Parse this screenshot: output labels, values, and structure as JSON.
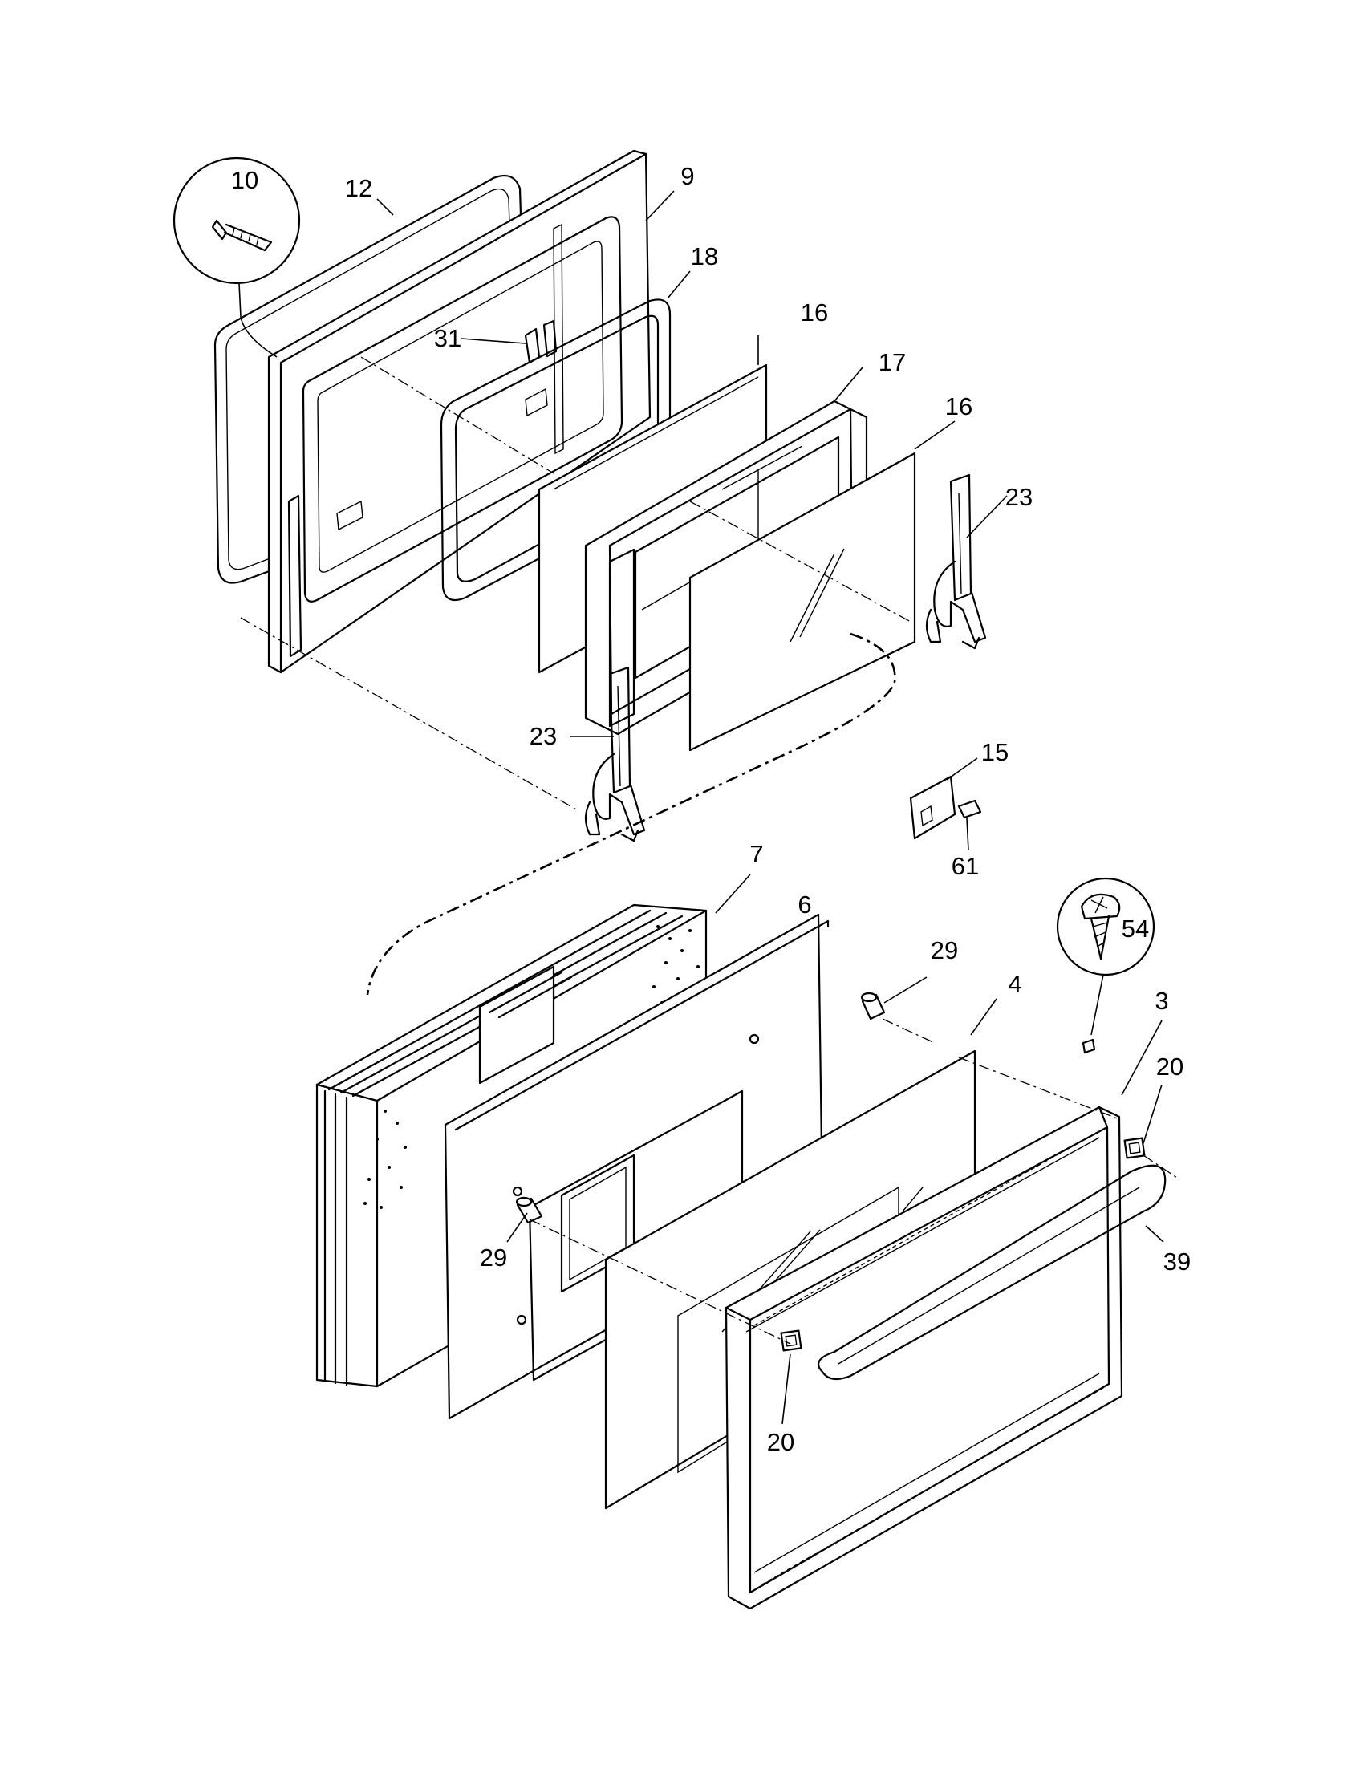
{
  "callouts": {
    "p10": "10",
    "p12": "12",
    "p9": "9",
    "p18": "18",
    "p16a": "16",
    "p17": "17",
    "p16b": "16",
    "p31": "31",
    "p23a": "23",
    "p23b": "23",
    "p15": "15",
    "p61": "61",
    "p7": "7",
    "p6": "6",
    "p29a": "29",
    "p4": "4",
    "p54": "54",
    "p3": "3",
    "p20a": "20",
    "p29b": "29",
    "p39": "39",
    "p20b": "20"
  }
}
